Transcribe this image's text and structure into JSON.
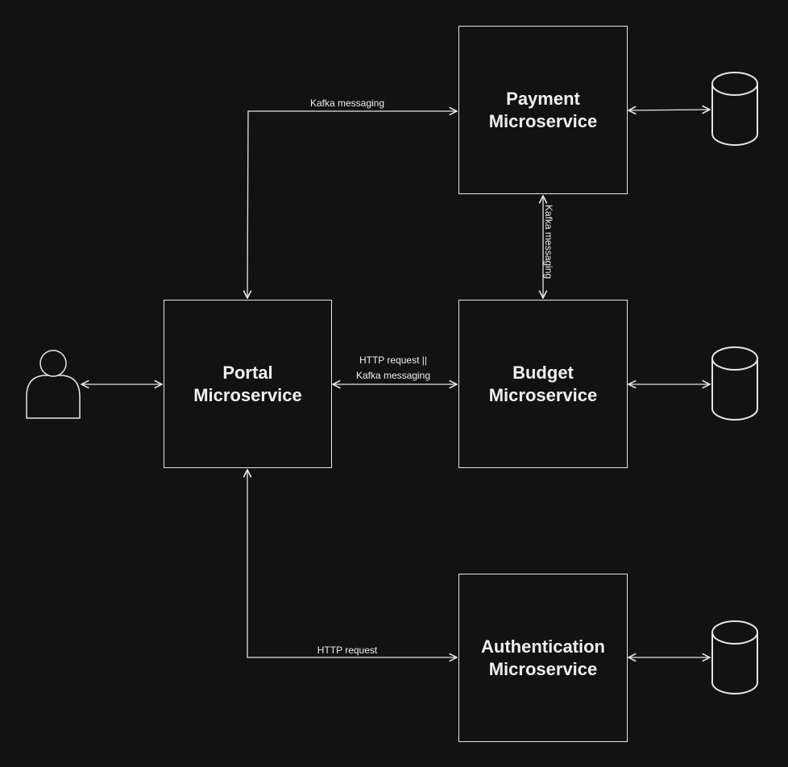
{
  "colors": {
    "background": "#121212",
    "stroke": "#e6e6e6",
    "text": "#f0f0f0"
  },
  "nodes": {
    "payment": {
      "label": "Payment\nMicroservice"
    },
    "portal": {
      "label": "Portal\nMicroservice"
    },
    "budget": {
      "label": "Budget\nMicroservice"
    },
    "authentication": {
      "label": "Authentication\nMicroservice"
    }
  },
  "edges": {
    "portal_payment": {
      "label": "Kafka messaging"
    },
    "payment_budget": {
      "label": "Kafka messaging"
    },
    "portal_budget": {
      "label": "HTTP request ||\nKafka messaging"
    },
    "portal_auth": {
      "label": "HTTP request"
    }
  },
  "icons": {
    "user": "user-icon",
    "database": "database-icon"
  }
}
